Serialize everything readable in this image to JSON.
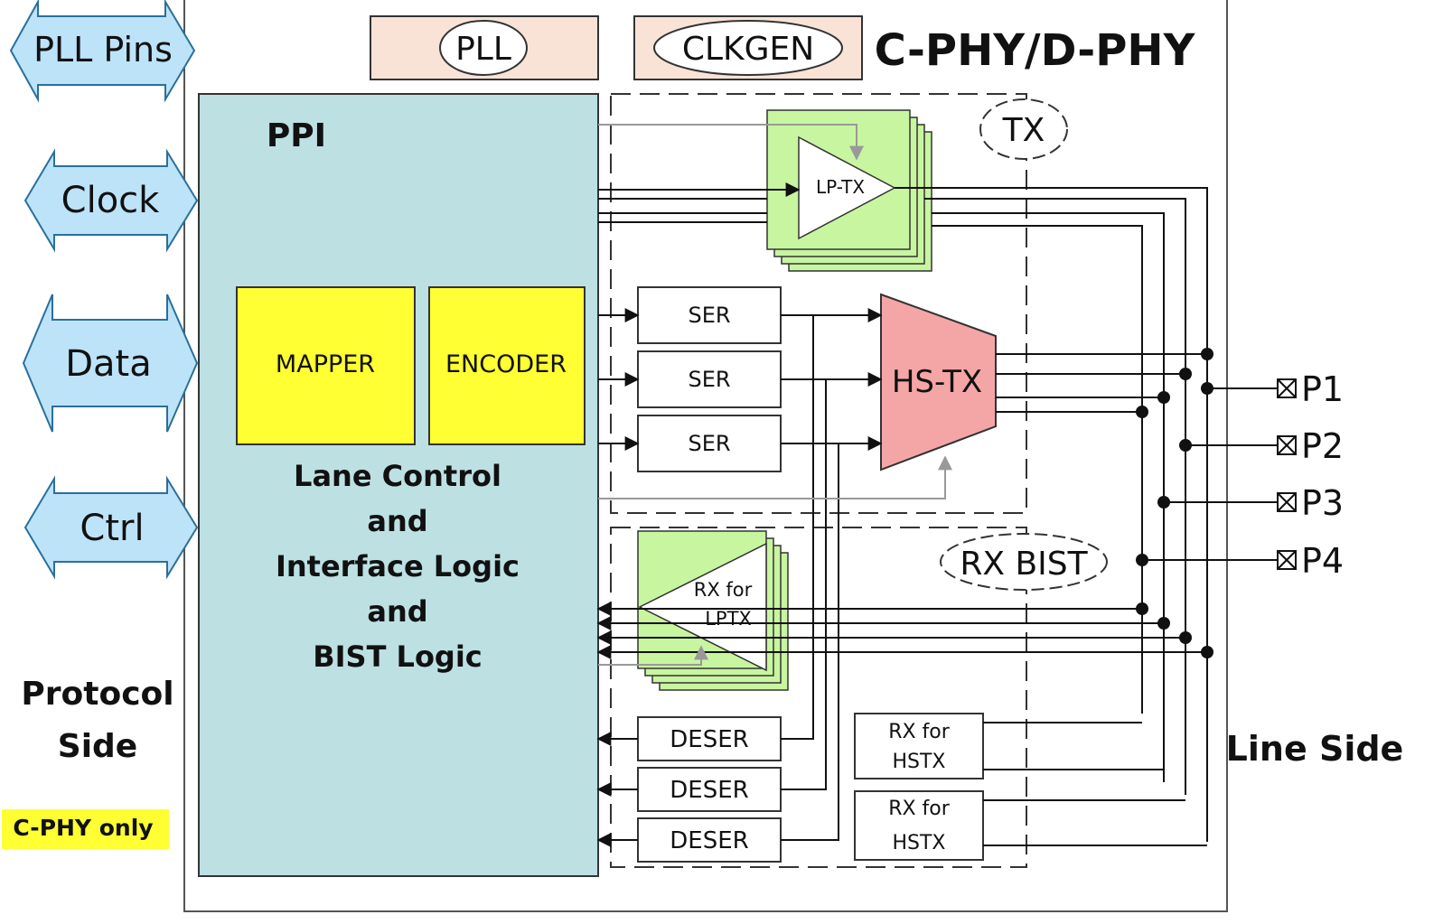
{
  "interfaces": {
    "pll_pins": "PLL Pins",
    "clock": "Clock",
    "data": "Data",
    "ctrl": "Ctrl"
  },
  "side_labels": {
    "protocol_line1": "Protocol",
    "protocol_line2": "Side",
    "line_side": "Line Side",
    "cphy_only": "C-PHY only"
  },
  "top": {
    "pll": "PLL",
    "clkgen": "CLKGEN",
    "title": "C-PHY/D-PHY"
  },
  "ppi": {
    "title": "PPI",
    "mapper": "MAPPER",
    "encoder": "ENCODER",
    "logic_lines": [
      "Lane Control",
      "and",
      "Interface Logic",
      "and",
      "BIST Logic"
    ]
  },
  "tx": {
    "label": "TX",
    "lp_tx": "LP-TX",
    "ser": [
      "SER",
      "SER",
      "SER"
    ],
    "hs_tx": "HS-TX"
  },
  "rx": {
    "label": "RX BIST",
    "rx_lptx_line1": "RX for",
    "rx_lptx_line2": "LPTX",
    "deser": [
      "DESER",
      "DESER",
      "DESER"
    ],
    "rx_hstx_line1": "RX for",
    "rx_hstx_line2": "HSTX"
  },
  "pins": [
    "P1",
    "P2",
    "P3",
    "P4"
  ],
  "colors": {
    "ppi_fill": "#bde0e3",
    "yellow": "#ffff33",
    "green": "#c8f5a0",
    "hs_tx_fill": "#f4a6a6",
    "top_box_fill": "#f9e3d7",
    "arrow_fill": "#bde3f9",
    "arrow_stroke": "#2a6f9c"
  }
}
